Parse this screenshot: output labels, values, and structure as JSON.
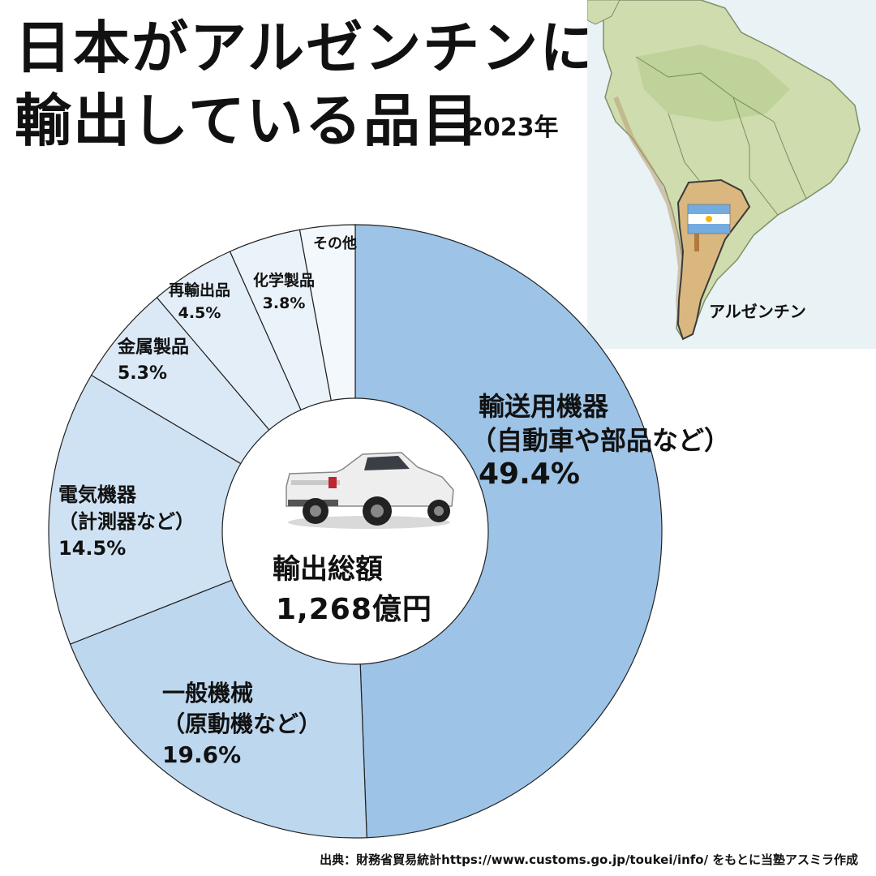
{
  "header": {
    "title_line1": "日本がアルゼンチンに",
    "title_line2": "輸出している品目",
    "year": "2023年"
  },
  "map": {
    "country_label": "アルゼンチン",
    "flag_icon": "argentina-flag-icon",
    "colors": {
      "ocean": "#e9f2f4",
      "land": "#cfdcae",
      "highlight": "#d9b77f"
    }
  },
  "chart_data": {
    "type": "pie",
    "donut": true,
    "start": "12 o'clock, clockwise",
    "categories": [
      "輸送用機器（自動車や部品など）",
      "一般機械（原動機など）",
      "電気機器（計測器など）",
      "金属製品",
      "再輸出品",
      "化学製品",
      "その他"
    ],
    "values": [
      49.4,
      19.6,
      14.5,
      5.3,
      4.5,
      3.8,
      2.9
    ],
    "unit": "%",
    "labels": [
      {
        "lines": [
          "輸送用機器",
          "（自動車や部品など）",
          "49.4%"
        ]
      },
      {
        "lines": [
          "一般機械",
          "（原動機など）",
          "19.6%"
        ]
      },
      {
        "lines": [
          "電気機器",
          "（計測器など）",
          "14.5%"
        ]
      },
      {
        "lines": [
          "金属製品",
          "5.3%"
        ]
      },
      {
        "lines": [
          "再輸出品",
          "4.5%"
        ]
      },
      {
        "lines": [
          "化学製品",
          "3.8%"
        ]
      },
      {
        "lines": [
          "その他"
        ]
      }
    ],
    "colors": [
      "#9dc3e6",
      "#bdd7ee",
      "#cfe2f3",
      "#dbe9f6",
      "#e3eef8",
      "#ebf3fa",
      "#f3f8fc"
    ],
    "center": {
      "title": "輸出総額",
      "total": "1,268億円",
      "icon": "pickup-truck-icon"
    }
  },
  "footer": {
    "source": "出典：財務省貿易統計https://www.customs.go.jp/toukei/info/ をもとに当塾アスミラ作成"
  }
}
